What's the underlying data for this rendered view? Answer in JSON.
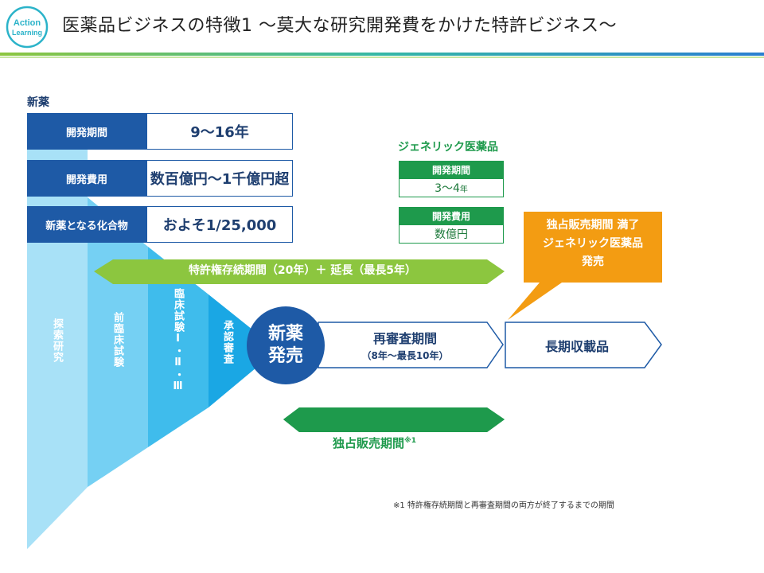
{
  "header": {
    "logo_line1": "Action",
    "logo_line2": "Learning",
    "title": "医薬品ビジネスの特徴1 ～莫大な研究開発費をかけた特許ビジネス～"
  },
  "new_drug": {
    "label": "新薬",
    "rows": [
      {
        "label": "開発期間",
        "value": "9～16年"
      },
      {
        "label": "開発費用",
        "value": "数百億円～1千億円超"
      },
      {
        "label": "新薬となる化合物",
        "value": "およそ1/25,000"
      }
    ]
  },
  "generic": {
    "title": "ジェネリック医薬品",
    "period_label": "開発期間",
    "period_value": "3～4",
    "period_unit": "年",
    "cost_label": "開発費用",
    "cost_value": "数億円"
  },
  "phases": {
    "exploration": "探索研究",
    "preclinical": "前臨床試験",
    "clinical": "臨床試験Ⅰ・Ⅱ・Ⅲ",
    "approval": "承認審査"
  },
  "launch": {
    "line1": "新薬",
    "line2": "発売"
  },
  "patent_period": "特許権存続期間（20年）＋ 延長（最長5年）",
  "reexam": {
    "title": "再審査期間",
    "sub": "（8年～最長10年）"
  },
  "long_listed": "長期収載品",
  "callout": {
    "line1": "独占販売期間 満了",
    "line2": "ジェネリック医薬品",
    "line3": "発売"
  },
  "exclusive": {
    "label": "独占販売期間",
    "mark": "※1"
  },
  "footnote": "※1 特許権存続期間と再審査期間の両方が終了するまでの期間",
  "colors": {
    "navy": "#1e5aa6",
    "light_green": "#8cc63f",
    "green": "#1e9a4c",
    "orange": "#f39c12",
    "cyan": "#29b6e8"
  }
}
